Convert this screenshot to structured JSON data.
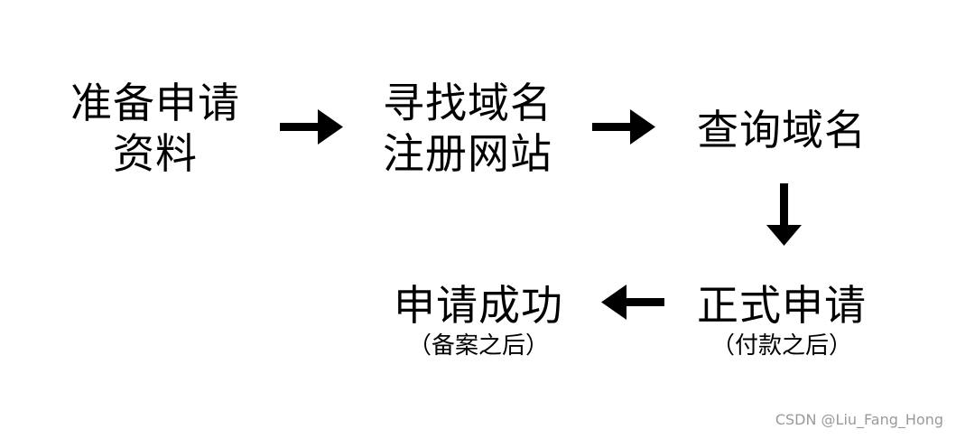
{
  "steps": {
    "prepare": {
      "lines": [
        "准备申请",
        "资料"
      ]
    },
    "find": {
      "lines": [
        "寻找域名",
        "注册网站"
      ]
    },
    "query": {
      "lines": [
        "查询域名"
      ]
    },
    "apply": {
      "title": "正式申请",
      "note": "（付款之后）"
    },
    "success": {
      "title": "申请成功",
      "note": "（备案之后）"
    }
  },
  "watermark": "CSDN @Liu_Fang_Hong",
  "colors": {
    "ink": "#000000",
    "background": "#ffffff",
    "watermark": "#9a9a9a"
  },
  "arrows": [
    {
      "from": "prepare",
      "to": "find",
      "direction": "right"
    },
    {
      "from": "find",
      "to": "query",
      "direction": "right"
    },
    {
      "from": "query",
      "to": "apply",
      "direction": "down"
    },
    {
      "from": "apply",
      "to": "success",
      "direction": "left"
    }
  ]
}
